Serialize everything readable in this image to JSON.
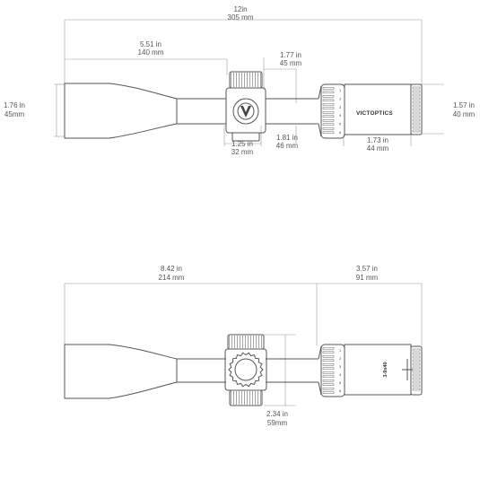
{
  "colors": {
    "outline": "#555555",
    "dimension": "#9a9a9a",
    "text": "#555555",
    "background": "#ffffff"
  },
  "top_view": {
    "total_length": {
      "in": "12in",
      "mm": "305 mm"
    },
    "objective_length": {
      "in": "5.51 in",
      "mm": "140 mm"
    },
    "turret_span": {
      "in": "1.77 in",
      "mm": "45 mm"
    },
    "objective_diameter": {
      "in": "1.76 in",
      "mm": "45mm"
    },
    "eyepiece_diameter": {
      "in": "1.57 in",
      "mm": "40 mm"
    },
    "turret_width": {
      "in": "1.25 in",
      "mm": "32 mm"
    },
    "mount_length": {
      "in": "1.81 in",
      "mm": "46 mm"
    },
    "eyepiece_length": {
      "in": "1.73 in",
      "mm": "44 mm"
    },
    "brand": "VICTOPTICS",
    "ring_ticks": [
      "1",
      "2",
      "3",
      "4",
      "5",
      "6"
    ]
  },
  "side_view": {
    "front_length": {
      "in": "8.42 in",
      "mm": "214 mm"
    },
    "rear_length": {
      "in": "3.57 in",
      "mm": "91 mm"
    },
    "turret_height": {
      "in": "2.34 in",
      "mm": "59mm"
    },
    "model": "3-9x40",
    "ring_ticks": [
      "1",
      "2",
      "3",
      "4",
      "5",
      "6"
    ]
  }
}
